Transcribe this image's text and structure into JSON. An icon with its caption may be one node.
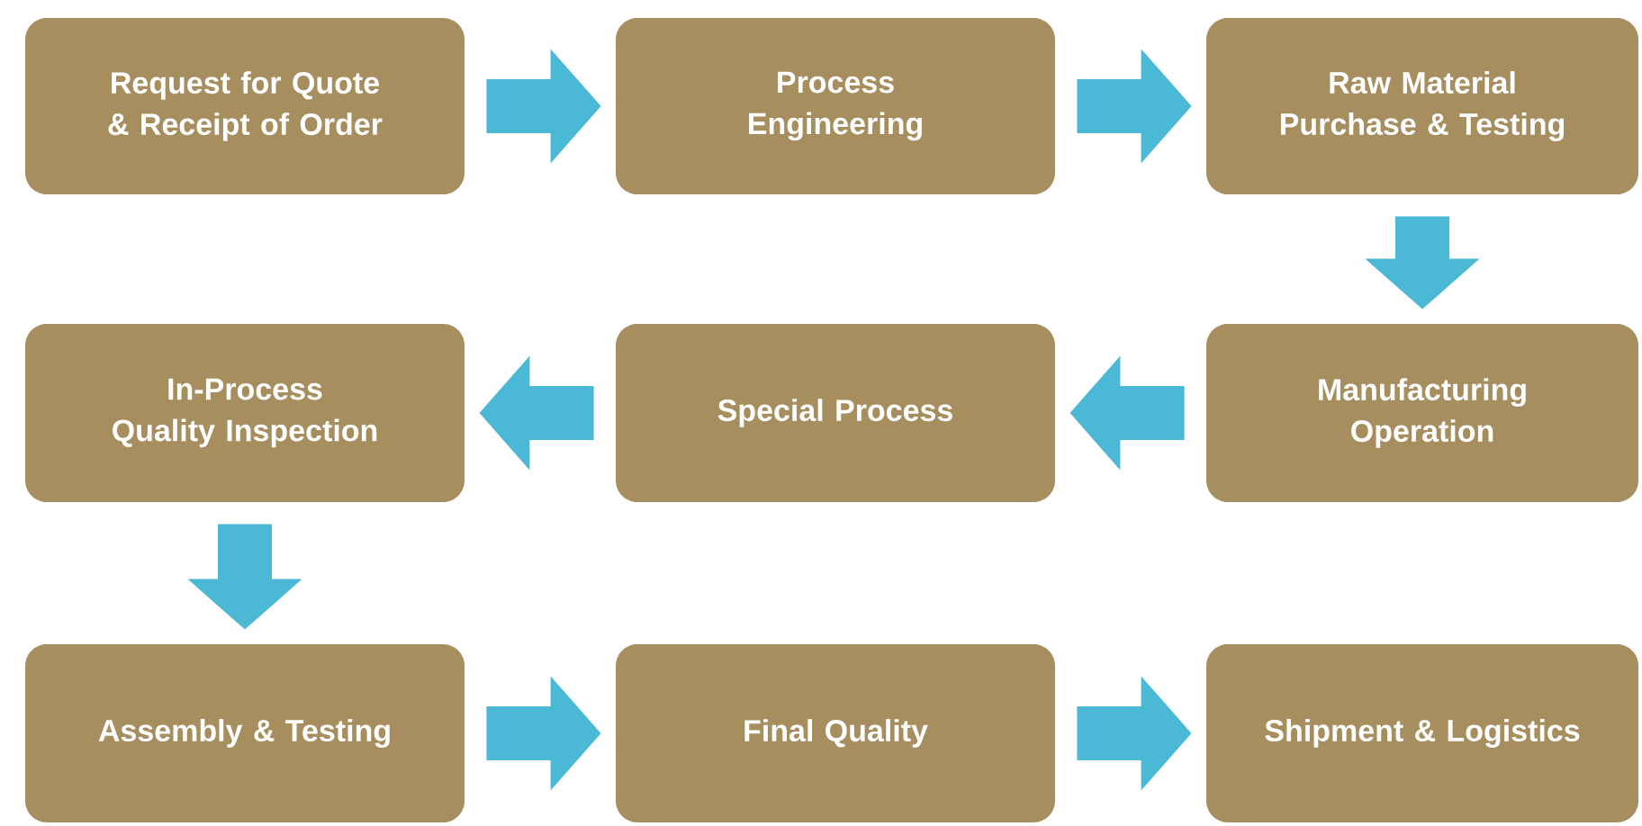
{
  "diagram": {
    "nodes": [
      {
        "text": [
          "Request for Quote & Receipt of Order"
        ]
      },
      {
        "text": [
          "Process Engineering"
        ]
      },
      {
        "text": [
          "Raw Material Purchase & Testing"
        ]
      },
      {
        "text": [
          "In-Process Quality Inspection"
        ]
      },
      {
        "text": [
          "Special Process"
        ]
      },
      {
        "text": [
          "Manufacturing Operation"
        ]
      },
      {
        "text": [
          "Assembly & Testing"
        ]
      },
      {
        "text": [
          "Final Quality"
        ]
      },
      {
        "text": [
          "Shipment & Logistics"
        ]
      }
    ],
    "edges": [
      {
        "from": 0,
        "to": 1,
        "arrow": "to"
      },
      {
        "from": 1,
        "to": 2,
        "arrow": "to"
      },
      {
        "from": 2,
        "to": 5,
        "arrow": "to"
      },
      {
        "from": 5,
        "to": 4,
        "arrow": "to"
      },
      {
        "from": 4,
        "to": 3,
        "arrow": "to"
      },
      {
        "from": 3,
        "to": 6,
        "arrow": "to"
      },
      {
        "from": 6,
        "to": 7,
        "arrow": "to"
      },
      {
        "from": 7,
        "to": 8,
        "arrow": "to"
      }
    ]
  }
}
